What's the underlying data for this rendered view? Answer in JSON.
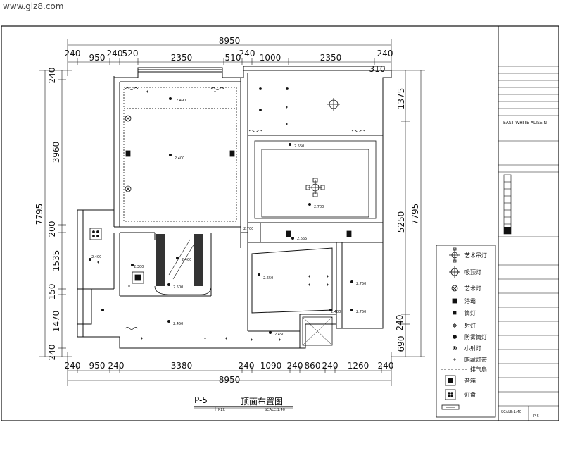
{
  "watermark": "www.glz8.com",
  "dims": {
    "top_total": "8950",
    "top": [
      "240",
      "950",
      "240",
      "520",
      "2350",
      "510",
      "240",
      "1000",
      "2350",
      "240"
    ],
    "top_small": "310",
    "bottom_total": "8950",
    "bottom": [
      "240",
      "950",
      "240",
      "3380",
      "240",
      "1090",
      "240",
      "860",
      "240",
      "1260",
      "240"
    ],
    "left_total": "7795",
    "left": [
      "240",
      "3960",
      "200",
      "1535",
      "150",
      "1470",
      "240"
    ],
    "right_total": "7795",
    "right": [
      "1375",
      "5250",
      "240",
      "690"
    ]
  },
  "labels": {
    "ceil_2490": "2.490",
    "ceil_2400": "2.400",
    "ceil_2550": "2.550",
    "ceil_2700": "2.700",
    "ceil_2665": "2.665",
    "ceil_2400b": "2.400",
    "ceil_2300": "2.300",
    "ceil_2400c": "2.400",
    "ceil_2500": "2.500",
    "ceil_2450": "2.450",
    "ceil_2650": "2.650",
    "ceil_2750": "2.750",
    "ceil_2750b": "2.750",
    "ceil_2400d": "2.400",
    "ceil_2450b": "2.450",
    "ceil_2700b": "2.700"
  },
  "title_block": {
    "drawing_code": "P-5",
    "drawing_title": "顶面布置图",
    "ref": "REF.",
    "scale": "SCALE:1:40",
    "company_en": "EAST WHITE ALISEIN",
    "scale_cell": "SCALE:1:40",
    "sheet_no": "P-5"
  },
  "legend": [
    {
      "icon": "art-chandelier-icon",
      "label": "艺术吊灯"
    },
    {
      "icon": "ceiling-light-icon",
      "label": "吸顶灯"
    },
    {
      "icon": "art-lamp-icon",
      "label": "艺术灯"
    },
    {
      "icon": "bath-heater-icon",
      "label": "浴霸"
    },
    {
      "icon": "down-light-icon",
      "label": "筒灯"
    },
    {
      "icon": "spot-light-icon",
      "label": "射灯"
    },
    {
      "icon": "waterproof-light-icon",
      "label": "防雾筒灯"
    },
    {
      "icon": "mini-spot-icon",
      "label": "小射灯"
    },
    {
      "icon": "hidden-strip-icon",
      "label": "暗藏灯带"
    },
    {
      "icon": "exhaust-fan-icon",
      "label": "排气扇"
    },
    {
      "icon": "speaker-icon",
      "label": "音箱"
    },
    {
      "icon": "grille-light-icon",
      "label": "灯盘"
    }
  ]
}
